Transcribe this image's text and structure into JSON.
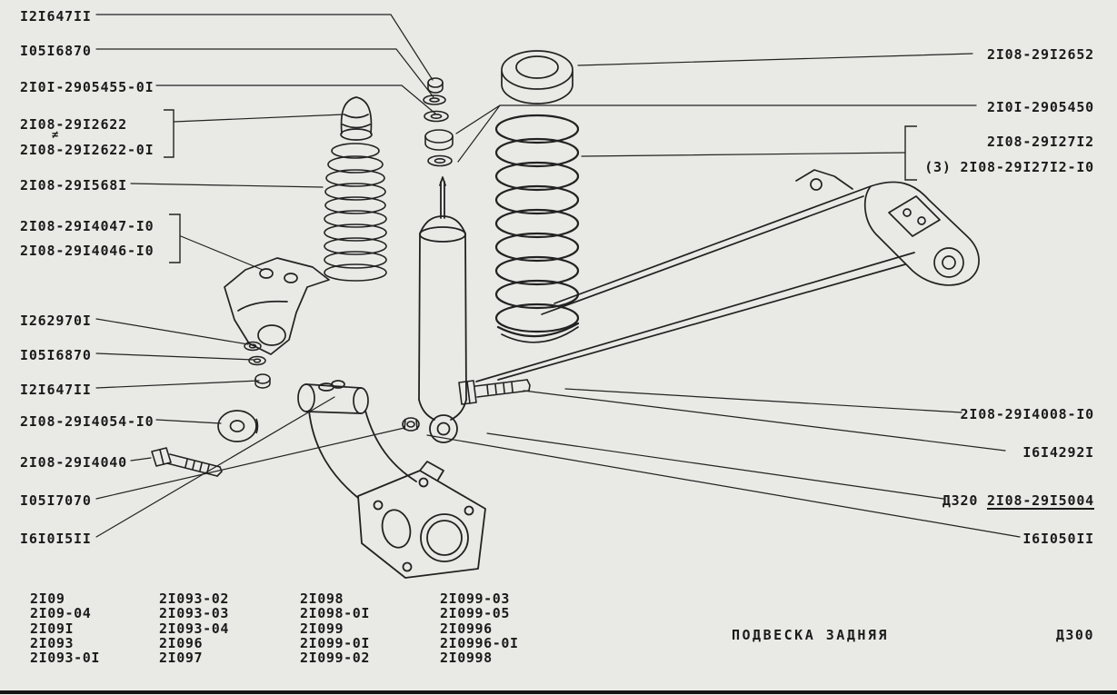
{
  "page": {
    "title": "ПОДВЕСКА ЗАДНЯЯ",
    "code": "Д300",
    "background_color": "#e9e9e6",
    "ink_color": "#1b1b1b"
  },
  "callouts": {
    "footnote_mark": "≠",
    "left": [
      {
        "text": "I2I647II"
      },
      {
        "text": "I05I6870"
      },
      {
        "text": "2I0I-2905455-0I"
      },
      {
        "text": "2I08-29I2622"
      },
      {
        "text": "2I08-29I2622-0I"
      },
      {
        "text": "2I08-29I568I"
      },
      {
        "text": "2I08-29I4047-I0"
      },
      {
        "text": "2I08-29I4046-I0"
      },
      {
        "text": "I262970I"
      },
      {
        "text": "I05I6870"
      },
      {
        "text": "I2I647II"
      },
      {
        "text": "2I08-29I4054-I0"
      },
      {
        "text": "2I08-29I4040"
      },
      {
        "text": "I05I7070"
      },
      {
        "text": "I6I0I5II"
      }
    ],
    "right": [
      {
        "text": "2I08-29I2652"
      },
      {
        "text": "2I0I-2905450"
      },
      {
        "text": "2I08-29I27I2"
      },
      {
        "text": "(3) 2I08-29I27I2-I0"
      },
      {
        "text": "2I08-29I4008-I0"
      },
      {
        "text": "I6I4292I"
      },
      {
        "prefix": "Д320",
        "text": "2I08-29I5004"
      },
      {
        "text": "I6I050II"
      }
    ]
  },
  "models": {
    "col1": [
      "2I09",
      "2I09-04",
      "2I09I",
      "2I093",
      "2I093-0I"
    ],
    "col2": [
      "2I093-02",
      "2I093-03",
      "2I093-04",
      "2I096",
      "2I097"
    ],
    "col3": [
      "2I098",
      "2I098-0I",
      "2I099",
      "2I099-0I",
      "2I099-02"
    ],
    "col4": [
      "2I099-03",
      "2I099-05",
      "2I0996",
      "2I0996-0I",
      "2I0998"
    ]
  }
}
